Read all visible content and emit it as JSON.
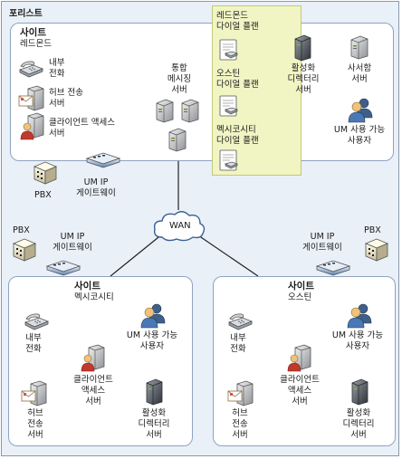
{
  "forest_label": "포리스트",
  "wan_label": "WAN",
  "redmond": {
    "title": "사이트",
    "name": "레드몬드",
    "internal_phone": [
      "내부",
      "전화"
    ],
    "hub_transport": [
      "허브 전송",
      "서버"
    ],
    "client_access": [
      "클라이언트 액세스",
      "서버"
    ],
    "um_server": [
      "통합",
      "메시징",
      "서버"
    ],
    "active_directory": [
      "활성화",
      "디렉터리",
      "서버"
    ],
    "mail_server": [
      "사서함",
      "서버"
    ],
    "um_users": [
      "UM 사용 가능",
      "사용자"
    ],
    "pbx": "PBX",
    "ip_gateway": [
      "UM IP",
      "게이트웨이"
    ]
  },
  "dial_plans": [
    [
      "레드몬드",
      "다이얼 플랜"
    ],
    [
      "오스틴",
      "다이얼 플랜"
    ],
    [
      "멕시코시티",
      "다이얼 플랜"
    ]
  ],
  "mexico": {
    "title": "사이트",
    "name": "멕시코시티",
    "pbx": "PBX",
    "ip_gateway": [
      "UM IP",
      "게이트웨이"
    ],
    "internal_phone": [
      "내부",
      "전화"
    ],
    "um_users": [
      "UM 사용 가능",
      "사용자"
    ],
    "client_access": [
      "클라이언트",
      "액세스",
      "서버"
    ],
    "hub_transport": [
      "허브",
      "전송",
      "서버"
    ],
    "active_directory": [
      "활성화",
      "디렉터리",
      "서버"
    ]
  },
  "austin": {
    "title": "사이트",
    "name": "오스틴",
    "pbx": "PBX",
    "ip_gateway": [
      "UM IP",
      "게이트웨이"
    ],
    "internal_phone": [
      "내부",
      "전화"
    ],
    "um_users": [
      "UM 사용 가능",
      "사용자"
    ],
    "client_access": [
      "클라이언트",
      "액세스",
      "서버"
    ],
    "hub_transport": [
      "허브",
      "전송",
      "서버"
    ],
    "active_directory": [
      "활성화",
      "디렉터리",
      "서버"
    ]
  }
}
